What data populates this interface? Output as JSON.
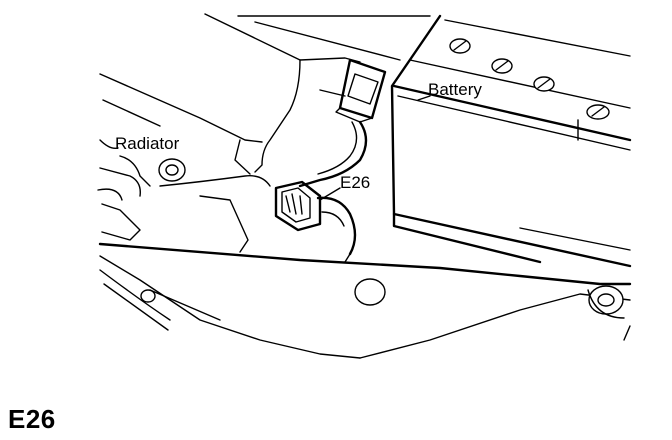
{
  "figure": {
    "labels": {
      "battery": "Battery",
      "radiator": "Radiator",
      "connector": "E26"
    },
    "caption": "E26"
  }
}
